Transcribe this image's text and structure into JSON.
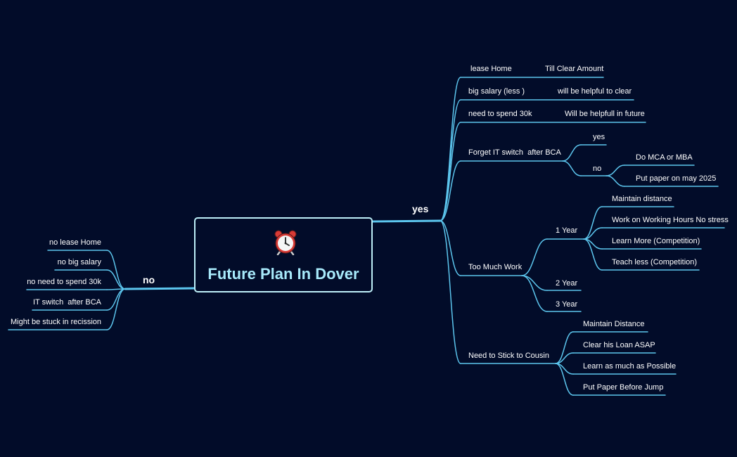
{
  "root": {
    "title": "Future Plan In Dover",
    "icon": "alarm-clock-icon"
  },
  "colors": {
    "background": "#020c29",
    "branch": "#5cc6ee",
    "root_border": "#bdeff8",
    "root_title": "#a8eafb",
    "text": "#ffffff"
  },
  "branches": {
    "yes": {
      "label": "yes",
      "items": [
        {
          "label": "lease Home",
          "detail": "Till Clear Amount"
        },
        {
          "label": "big salary (less )",
          "detail": "will be helpful to clear"
        },
        {
          "label": "need to spend 30k",
          "detail": "Will be helpfull in future"
        },
        {
          "label": "Forget IT switch  after BCA",
          "yes": "yes",
          "no": {
            "label": "no",
            "items": [
              "Do MCA or MBA",
              "Put paper on may 2025"
            ]
          }
        },
        {
          "label": "Too Much Work",
          "years": [
            {
              "label": "1 Year",
              "items": [
                "Maintain distance",
                "Work on Working Hours No stress",
                "Learn More (Competition)",
                "Teach less (Competition)"
              ]
            },
            {
              "label": "2 Year"
            },
            {
              "label": "3 Year"
            }
          ]
        },
        {
          "label": "Need to Stick to Cousin",
          "items": [
            "Maintain Distance",
            "Clear his Loan ASAP",
            "Learn as much as Possible",
            "Put Paper Before Jump"
          ]
        }
      ]
    },
    "no": {
      "label": "no",
      "items": [
        "no lease Home",
        "no big salary",
        "no need to spend 30k",
        "IT switch  after BCA",
        "Might be stuck in recission"
      ]
    }
  }
}
